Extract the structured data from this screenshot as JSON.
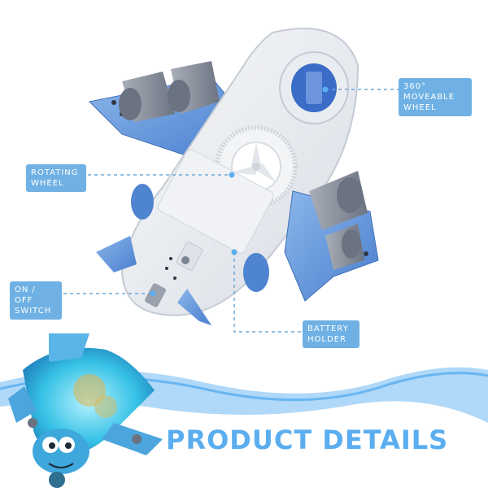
{
  "labels": {
    "wheel360": "360° MOVEABLE\nWHEEL",
    "rotating_wheel": "ROTATING\nWHEEL",
    "on_off": "ON / OFF\nSWITCH",
    "battery": "BATTERY\nHOLDER"
  },
  "title": "PRODUCT DETAILS",
  "colors": {
    "accent_blue": "#5aaef0",
    "label_bg": "#6fb1e4",
    "toy_blue": "#5d8fd6",
    "toy_white": "#eef0f3",
    "engine_gray": "#8f96a4"
  }
}
